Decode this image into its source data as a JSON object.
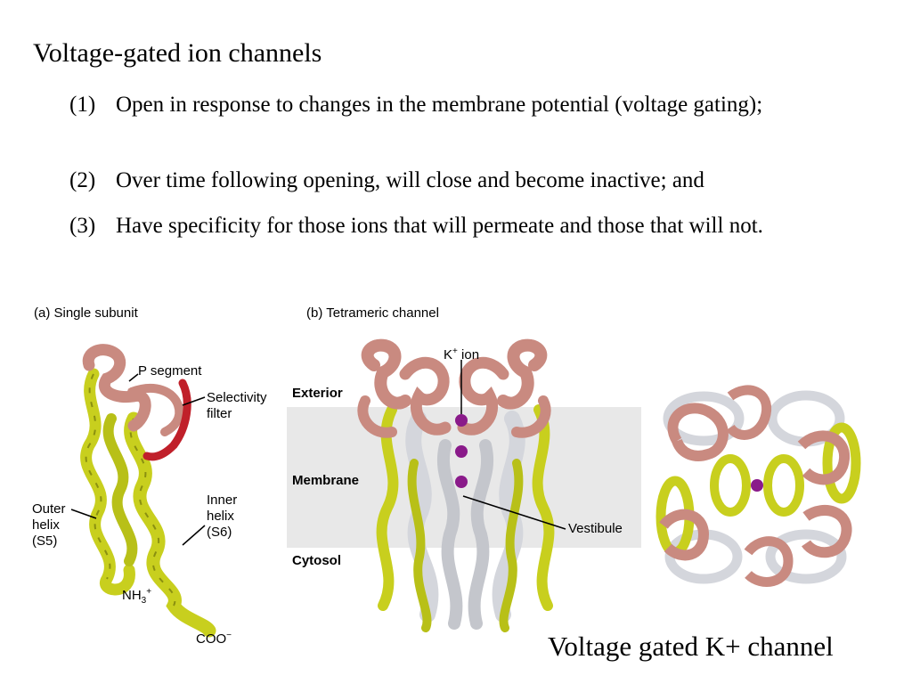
{
  "slide": {
    "title": "Voltage-gated ion channels",
    "items": [
      {
        "num": "(1)",
        "text": "Open in response to changes in the membrane potential (voltage gating);"
      },
      {
        "num": "(2)",
        "text": "Over time following opening, will close and become inactive; and"
      },
      {
        "num": "(3)",
        "text": "Have specificity for those ions that will permeate and those that will not."
      }
    ],
    "caption": "Voltage gated K+ channel"
  },
  "figure_a": {
    "label": "(a) Single subunit",
    "p_segment": "P segment",
    "selectivity_filter": [
      "Selectivity",
      "filter"
    ],
    "outer_helix": [
      "Outer",
      "helix",
      "(S5)"
    ],
    "inner_helix": [
      "Inner",
      "helix",
      "(S6)"
    ],
    "nh3": "NH",
    "nh3_sub": "3",
    "nh3_sup": "+",
    "coo": "COO",
    "coo_sup": "−"
  },
  "figure_b": {
    "label": "(b) Tetrameric channel",
    "k_ion": "K",
    "k_ion_sup": "+",
    "k_ion_rest": " ion",
    "exterior": "Exterior",
    "membrane": "Membrane",
    "cytosol": "Cytosol",
    "vestibule": "Vestibule"
  },
  "colors": {
    "helix_yellow": "#c8cf1e",
    "p_segment_pink": "#c98a80",
    "selectivity_red": "#c0202a",
    "inner_gray": "#d4d6dc",
    "ion_purple": "#8a1a8a",
    "membrane_band": "#e8e8e8"
  }
}
